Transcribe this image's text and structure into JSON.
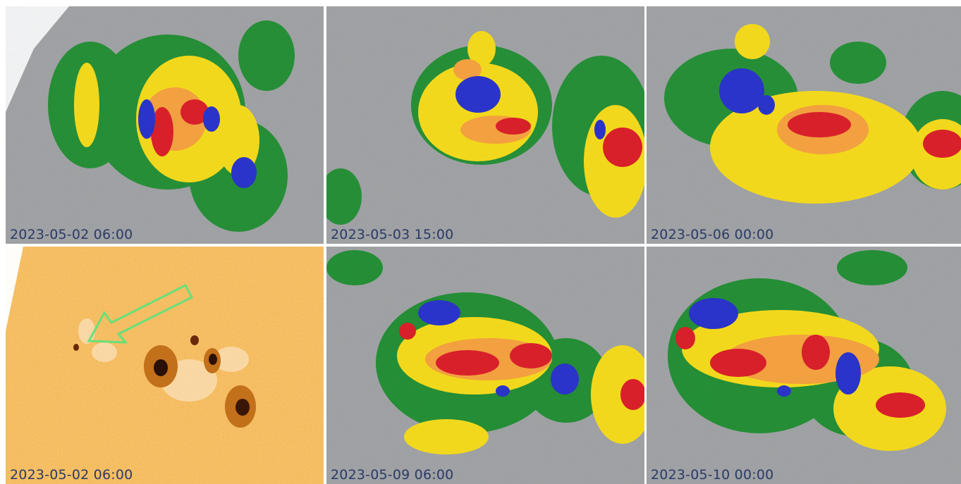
{
  "panels": [
    {
      "timestamp": "2023-05-02 06:00",
      "kind": "magnetogram"
    },
    {
      "timestamp": "2023-05-03 15:00",
      "kind": "magnetogram"
    },
    {
      "timestamp": "2023-05-06 00:00",
      "kind": "magnetogram"
    },
    {
      "timestamp": "2023-05-02 06:00",
      "kind": "continuum"
    },
    {
      "timestamp": "2023-05-09 06:00",
      "kind": "magnetogram"
    },
    {
      "timestamp": "2023-05-10 00:00",
      "kind": "magnetogram"
    }
  ],
  "colors": {
    "background_gray": "#9a9c9e",
    "green": "#1a8c2c",
    "yellow": "#f2d81c",
    "orange": "#f2a040",
    "red": "#d8202a",
    "blue": "#2a34c8",
    "photosphere": "#f3b24a",
    "arrow": "#66e07a"
  }
}
